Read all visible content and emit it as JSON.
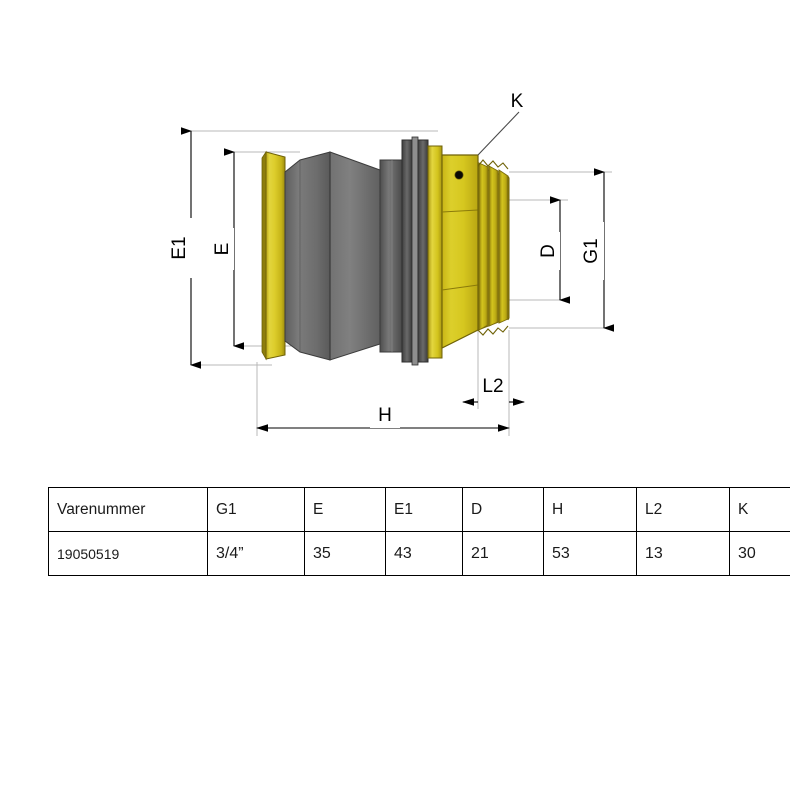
{
  "drawing": {
    "type": "technical-dimension-drawing",
    "description": "Push-fit pipe coupling with brass hex nut and male threaded end, side view with dimension callouts",
    "dimension_labels": {
      "E1": "E1",
      "E": "E",
      "K": "K",
      "D": "D",
      "G1": "G1",
      "L2": "L2",
      "H": "H"
    },
    "colors": {
      "brass": "#d4c01f",
      "brass_dark": "#a89512",
      "brass_light": "#e8dc55",
      "body_gray": "#6e6e6e",
      "body_gray_dark": "#4a4a4a",
      "body_gray_light": "#8a8a8a",
      "line": "#000000",
      "extension_line": "#b5b5b5"
    }
  },
  "table": {
    "headers": [
      "Varenummer",
      "G1",
      "E",
      "E1",
      "D",
      "H",
      "L2",
      "K"
    ],
    "rows": [
      [
        "19050519",
        "3/4”",
        "35",
        "43",
        "21",
        "53",
        "13",
        "30"
      ]
    ]
  }
}
